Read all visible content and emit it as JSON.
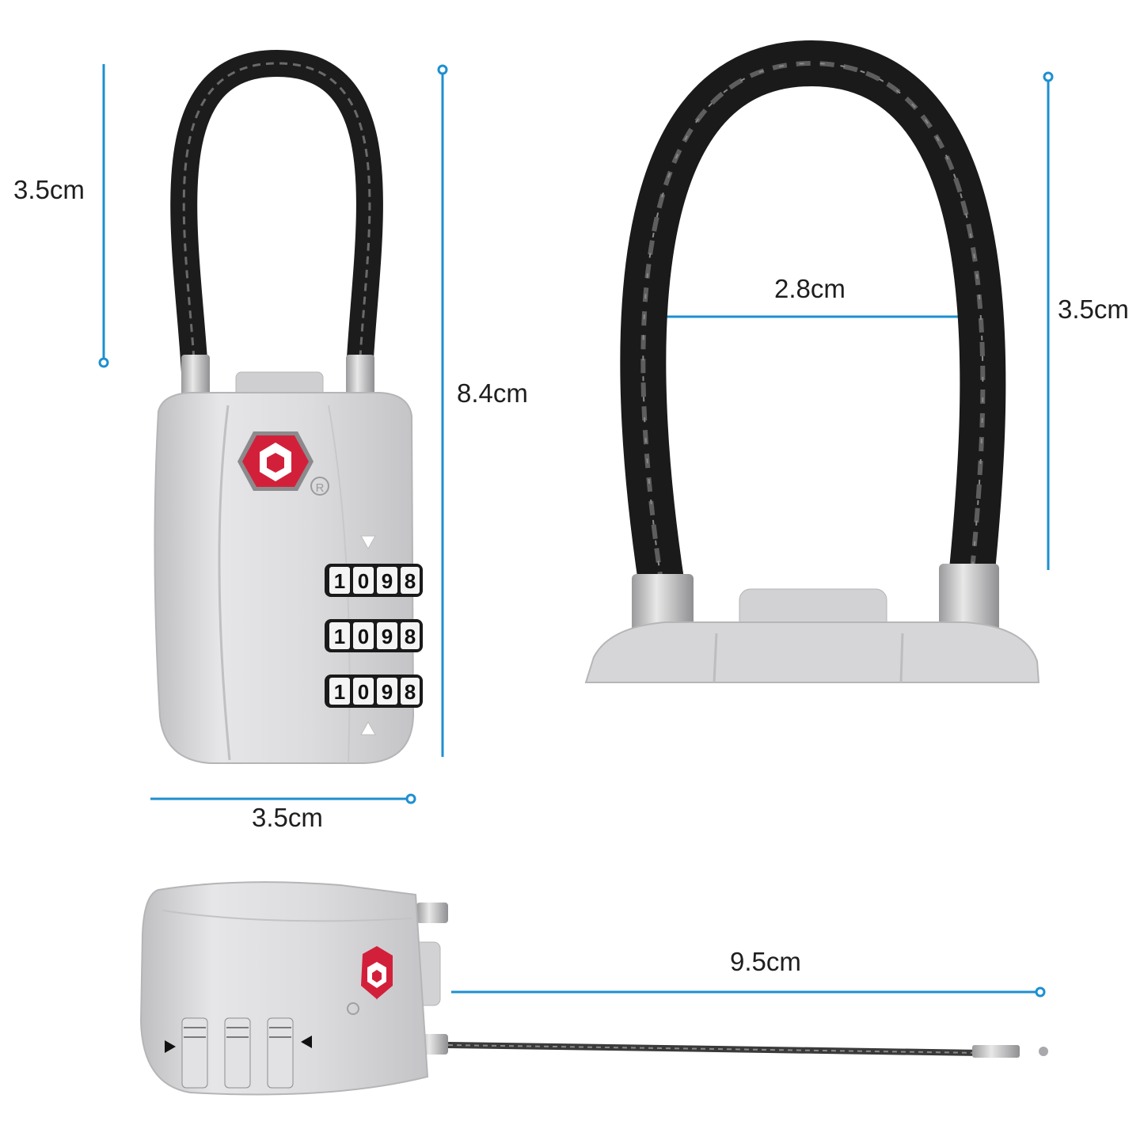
{
  "dimensions": {
    "lock_shackle_height": "3.5cm",
    "lock_total_height": "8.4cm",
    "lock_body_width": "3.5cm",
    "cable_inner_width": "2.8cm",
    "cable_loop_height": "3.5cm",
    "cable_length": "9.5cm"
  },
  "combination_wheels": [
    {
      "digits": [
        "1",
        "0",
        "9",
        "8"
      ]
    },
    {
      "digits": [
        "1",
        "0",
        "9",
        "8"
      ]
    },
    {
      "digits": [
        "1",
        "0",
        "9",
        "8"
      ]
    }
  ],
  "registered_mark": "R",
  "colors": {
    "dimension_line": "#1e8fd0",
    "lock_body": "#d9d9db",
    "cable": "#2a2a2a",
    "logo_red": "#d3203a"
  }
}
